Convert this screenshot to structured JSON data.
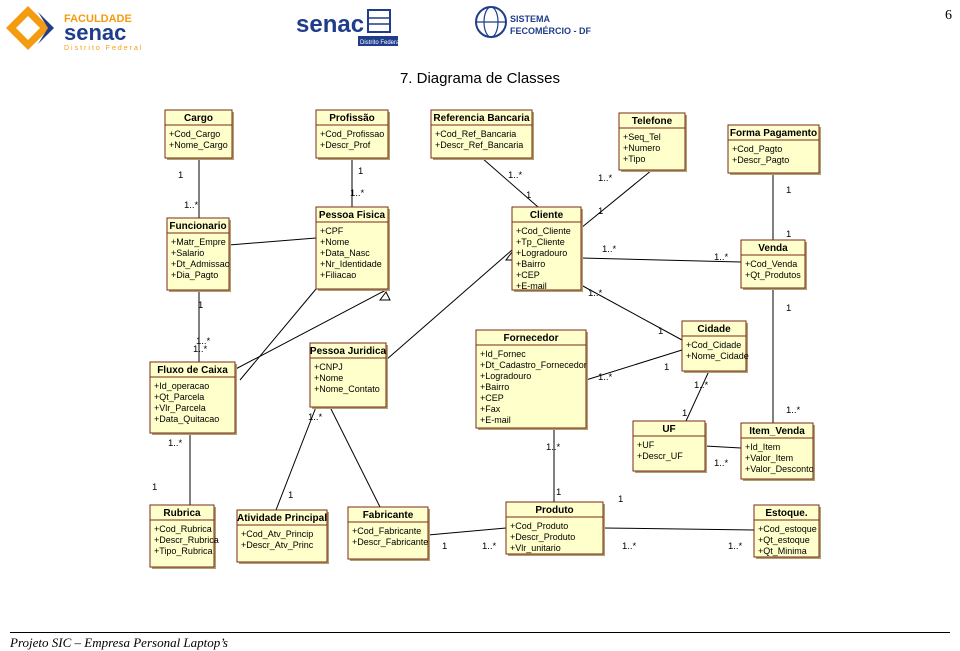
{
  "header": {
    "logo_faculdade": {
      "line1": "FACULDADE",
      "line2": "senac",
      "line3": "Distrito Federal",
      "color": "#f39c12",
      "name_color": "#1f3d8a"
    },
    "logo_senac": {
      "word": "senac",
      "sub": "Distrito Federal",
      "color": "#1f3d8a"
    },
    "logo_sistema": {
      "line1": "SISTEMA",
      "line2": "FECOMÉRCIO - DF",
      "color": "#1f3d8a"
    },
    "page_number": "6"
  },
  "title": "7. Diagrama de Classes",
  "colors": {
    "box_fill": "#ffffcc",
    "box_border": "#7a2a1a",
    "line": "#000000"
  },
  "classes": [
    {
      "id": "cargo",
      "name": "Cargo",
      "attrs": [
        "+Cod_Cargo",
        "+Nome_Cargo"
      ]
    },
    {
      "id": "profissao",
      "name": "Profissão",
      "attrs": [
        "+Cod_Profissao",
        "+Descr_Prof"
      ]
    },
    {
      "id": "refbancaria",
      "name": "Referencia Bancaria",
      "attrs": [
        "+Cod_Ref_Bancaria",
        "+Descr_Ref_Bancaria"
      ]
    },
    {
      "id": "telefone",
      "name": "Telefone",
      "attrs": [
        "+Seq_Tel",
        "+Numero",
        "+Tipo"
      ]
    },
    {
      "id": "formapag",
      "name": "Forma Pagamento",
      "attrs": [
        "+Cod_Pagto",
        "+Descr_Pagto"
      ]
    },
    {
      "id": "funcionario",
      "name": "Funcionario",
      "attrs": [
        "+Matr_Empre",
        "+Salario",
        "+Dt_Admissao",
        "+Dia_Pagto"
      ]
    },
    {
      "id": "pfisica",
      "name": "Pessoa Fisica",
      "attrs": [
        "+CPF",
        "+Nome",
        "+Data_Nasc",
        "+Nr_Identidade",
        "+Filiacao"
      ]
    },
    {
      "id": "cliente",
      "name": "Cliente",
      "attrs": [
        "+Cod_Cliente",
        "+Tp_Cliente",
        "+Logradouro",
        "+Bairro",
        "+CEP",
        "+E-mail"
      ]
    },
    {
      "id": "venda",
      "name": "Venda",
      "attrs": [
        "+Cod_Venda",
        "+Qt_Produtos"
      ]
    },
    {
      "id": "fluxo",
      "name": "Fluxo de Caixa",
      "attrs": [
        "+Id_operacao",
        "+Qt_Parcela",
        "+Vlr_Parcela",
        "+Data_Quitacao"
      ]
    },
    {
      "id": "pjuridica",
      "name": "Pessoa Juridica",
      "attrs": [
        "+CNPJ",
        "+Nome",
        "+Nome_Contato"
      ]
    },
    {
      "id": "fornecedor",
      "name": "Fornecedor",
      "attrs": [
        "+Id_Fornec",
        "+Dt_Cadastro_Fornecedor",
        "+Logradouro",
        "+Bairro",
        "+CEP",
        "+Fax",
        "+E-mail"
      ]
    },
    {
      "id": "cidade",
      "name": "Cidade",
      "attrs": [
        "+Cod_Cidade",
        "+Nome_Cidade"
      ]
    },
    {
      "id": "uf",
      "name": "UF",
      "attrs": [
        "+UF",
        "+Descr_UF"
      ]
    },
    {
      "id": "itemvenda",
      "name": "Item_Venda",
      "attrs": [
        "+Id_Item",
        "+Valor_Item",
        "+Valor_Desconto"
      ]
    },
    {
      "id": "rubrica",
      "name": "Rubrica",
      "attrs": [
        "+Cod_Rubrica",
        "+Descr_Rubrica",
        "+Tipo_Rubrica"
      ]
    },
    {
      "id": "atividade",
      "name": "Atividade Principal",
      "attrs": [
        "+Cod_Atv_Princip",
        "+Descr_Atv_Princ"
      ]
    },
    {
      "id": "fabricante",
      "name": "Fabricante",
      "attrs": [
        "+Cod_Fabricante",
        "+Descr_Fabricante"
      ]
    },
    {
      "id": "produto",
      "name": "Produto",
      "attrs": [
        "+Cod_Produto",
        "+Descr_Produto",
        "+Vlr_unitario"
      ]
    },
    {
      "id": "estoque",
      "name": "Estoque.",
      "attrs": [
        "+Cod_estoque",
        "+Qt_estoque",
        "+Qt_Minima"
      ]
    }
  ],
  "multiplicities": [
    "1",
    "1..*",
    "1",
    "1..*",
    "1..*",
    "1",
    "1..*",
    "1",
    "1",
    "1..*",
    "1..*",
    "1",
    "1..*",
    "1..*",
    "1",
    "1",
    "1..*",
    "1..*",
    "1..*",
    "1..*",
    "1",
    "1",
    "1..*",
    "1",
    "1..*",
    "1..*",
    "1..*",
    "1",
    "1",
    "1",
    "1",
    "1..*",
    "1..*",
    "1",
    "1..*"
  ],
  "footer": "Projeto SIC – Empresa Personal Laptop’s"
}
